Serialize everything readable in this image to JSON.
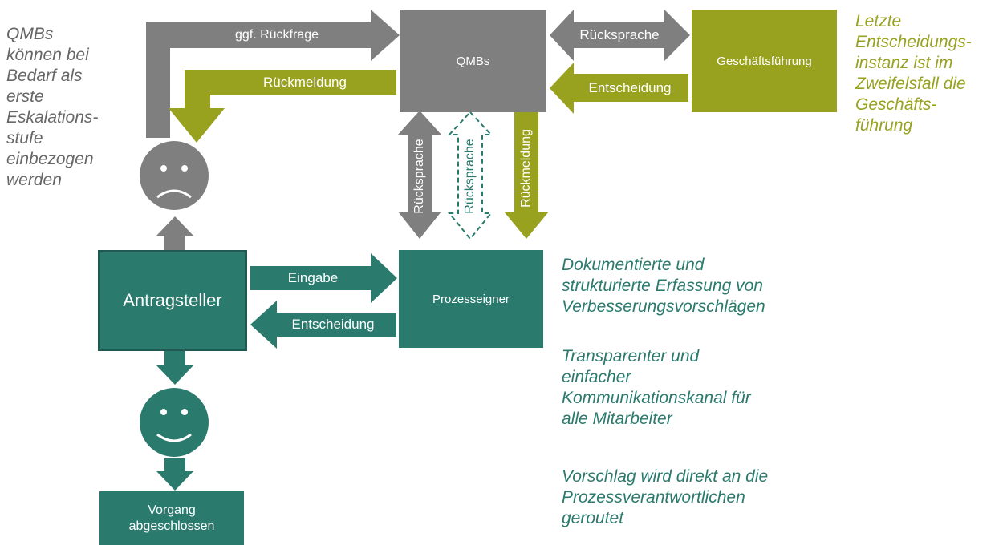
{
  "colors": {
    "grey": "#7f7f7f",
    "olive": "#98a21e",
    "teal": "#2a7a6e",
    "teal_dark": "#1f6b5f",
    "note_grey": "#666666"
  },
  "nodes": {
    "qmbs": "QMBs",
    "geschaeftsfuehrung": "Geschäftsführung",
    "antragsteller": "Antragsteller",
    "prozesseigner": "Prozesseigner",
    "vorgang_line1": "Vorgang",
    "vorgang_line2": "abgeschlossen"
  },
  "arrows": {
    "rueckfrage": "ggf. Rückfrage",
    "rueckmeldung_top": "Rückmeldung",
    "ruecksprache_top": "Rücksprache",
    "entscheidung_top": "Entscheidung",
    "ruecksprache_vertical": "Rücksprache",
    "ruecksprache_dashed": "Rücksprache",
    "rueckmeldung_vertical": "Rückmeldung",
    "eingabe": "Eingabe",
    "entscheidung_bottom": "Entscheidung"
  },
  "notes": {
    "left": [
      "QMBs",
      "können bei",
      "Bedarf als",
      "erste",
      "Eskalations-",
      "stufe",
      "einbezogen",
      "werden"
    ],
    "right_top": [
      "Letzte",
      "Entscheidungs-",
      "instanz ist im",
      "Zweifelsfall die",
      "Geschäfts-",
      "führung"
    ],
    "right_1": [
      "Dokumentierte und",
      "strukturierte  Erfassung von",
      "Verbesserungsvorschlägen"
    ],
    "right_2": [
      "Transparenter und",
      "einfacher",
      "Kommunikationskanal für",
      "alle Mitarbeiter"
    ],
    "right_3": [
      "Vorschlag wird direkt an die",
      "Prozessverantwortlichen",
      "geroutet"
    ]
  }
}
